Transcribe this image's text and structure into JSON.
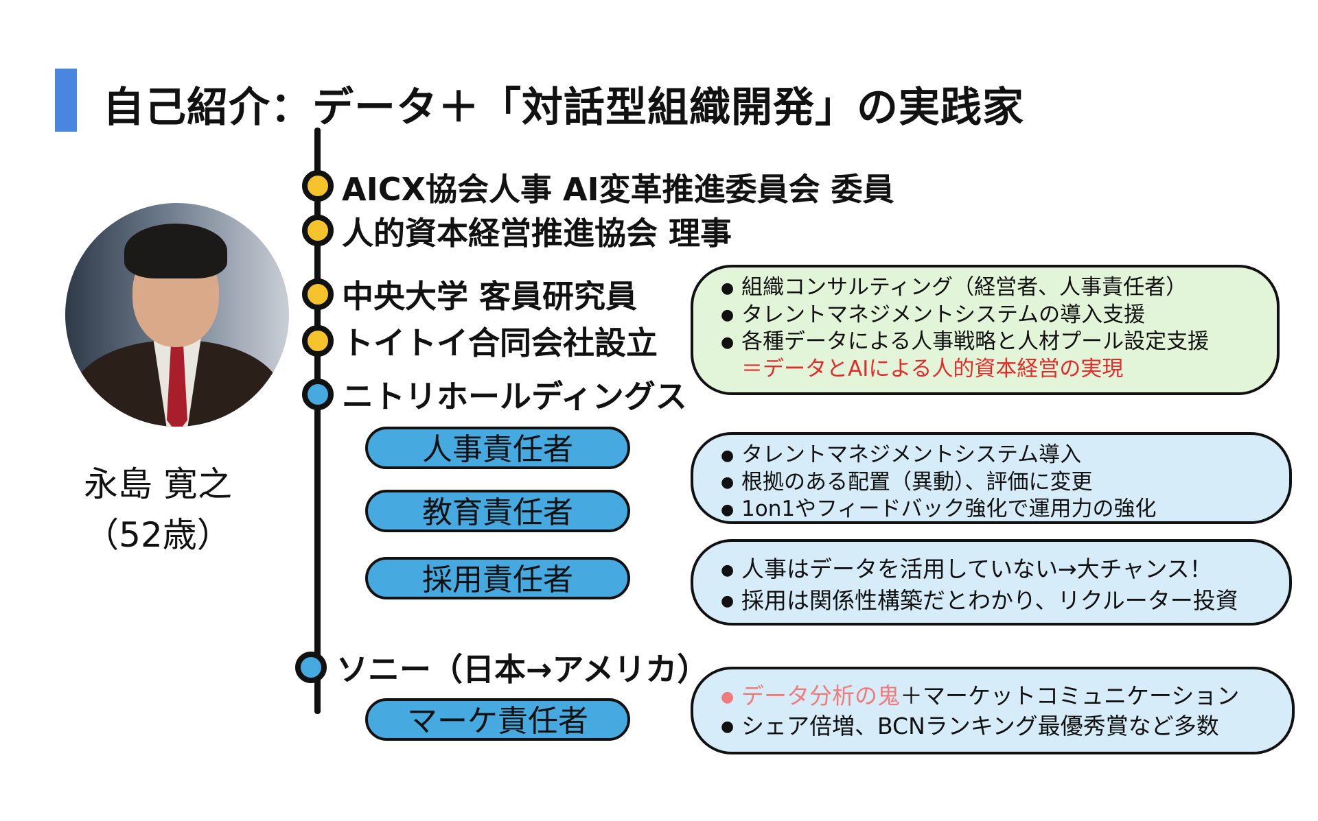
{
  "slide": {
    "title": "自己紹介：データ＋「対話型組織開発」の実践家",
    "accent_color": "#4a86e0"
  },
  "profile": {
    "name": "永島 寛之",
    "age": "（52歳）"
  },
  "timeline": {
    "items": [
      {
        "label": "AICX協会人事 AI変革推進委員会 委員",
        "dot": "yellow"
      },
      {
        "label": "人的資本経営推進協会 理事",
        "dot": "yellow"
      },
      {
        "label": "中央大学 客員研究員",
        "dot": "yellow"
      },
      {
        "label": "トイトイ合同会社設立",
        "dot": "yellow"
      },
      {
        "label": "ニトリホールディングス",
        "dot": "blue"
      },
      {
        "label": "ソニー（日本→アメリカ）",
        "dot": "blue"
      }
    ],
    "roles": [
      "人事責任者",
      "教育責任者",
      "採用責任者",
      "マーケ責任者"
    ]
  },
  "boxes": {
    "consulting": {
      "bullets": [
        "組織コンサルティング（経営者、人事責任者）",
        "タレントマネジメントシステムの導入支援",
        "各種データによる人事戦略と人材プール設定支援"
      ],
      "highlight": "＝データとAIによる人的資本経営の実現"
    },
    "hr": {
      "bullets": [
        "タレントマネジメントシステム導入",
        "根拠のある配置（異動）、評価に変更",
        "1on1やフィードバック強化で運用力の強化"
      ]
    },
    "recruit": {
      "bullets": [
        "人事はデータを活用していない→大チャンス！",
        "採用は関係性構築だとわかり、リクルーター投資"
      ]
    },
    "marketing": {
      "bullet1_pink": "データ分析の鬼",
      "bullet1_rest": "＋マーケットコミュニケーション",
      "bullet2": "シェア倍増、BCNランキング最優秀賞など多数"
    }
  },
  "colors": {
    "yellow_dot": "#f6c32c",
    "blue_dot": "#46a9df",
    "green_box": "#e2f5d9",
    "blue_box": "#d6ecf8",
    "highlight_red": "#e32b2b",
    "highlight_pink": "#ef7b7b"
  },
  "icons": {
    "bullet": "black-circle-bullet"
  }
}
